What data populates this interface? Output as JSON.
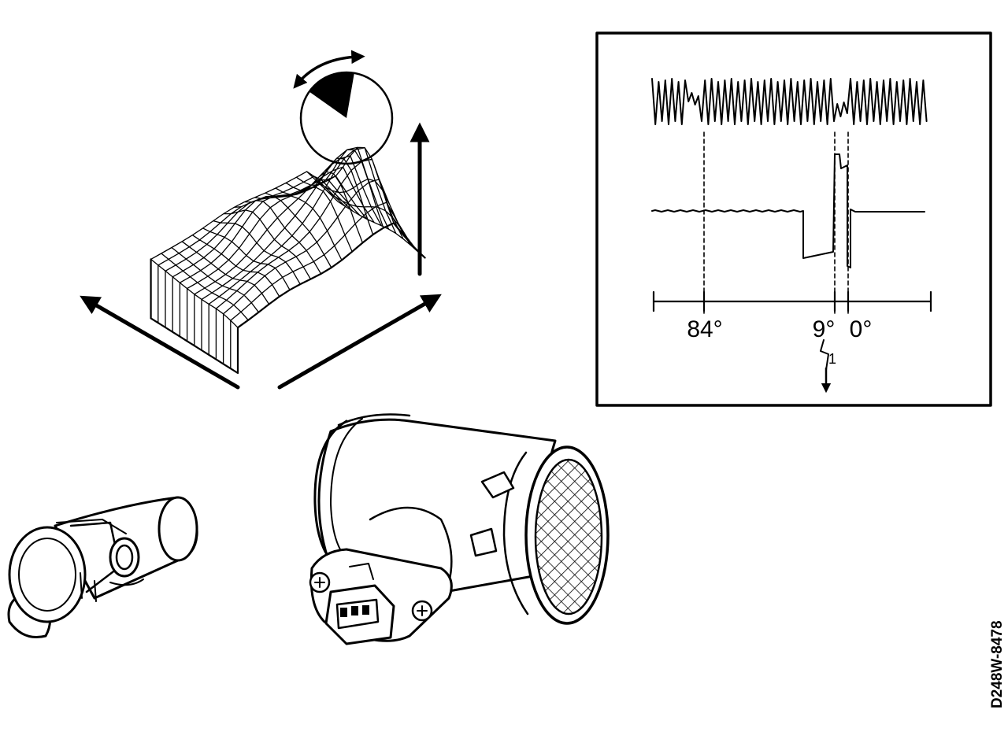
{
  "figure": {
    "drawing_code": "D248W-8478"
  },
  "scope": {
    "angle_labels": [
      "84°",
      "9°",
      "0°"
    ],
    "callout": "1"
  },
  "icons": {
    "rotation": "rotation-arrow-icon",
    "up_arrow": "up-arrow-icon",
    "left_arrow": "left-arrow-icon",
    "right_arrow": "right-arrow-icon",
    "down_arrow": "down-arrow-icon"
  }
}
